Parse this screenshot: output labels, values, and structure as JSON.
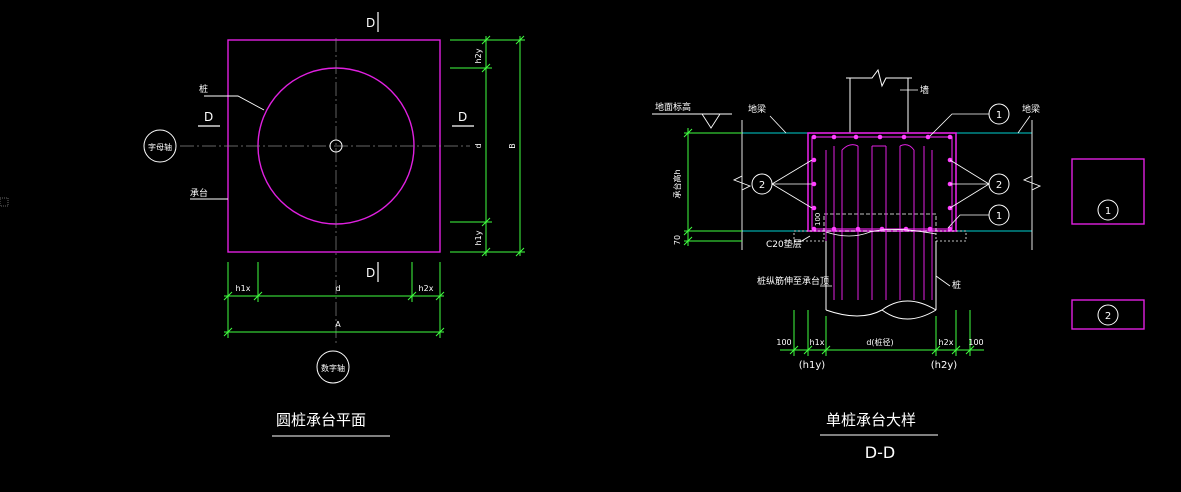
{
  "colors": {
    "background": "#000000",
    "outline": "#ffffff",
    "section": "#e020e0",
    "dimension": "#40ff40",
    "soil": "#00d0d0",
    "rebar_dot": "#ff40ff"
  },
  "plan": {
    "section_mark_top": "D",
    "section_mark_left": "D",
    "section_mark_right": "D",
    "section_mark_bottom": "D",
    "label_pile": "桩",
    "label_cap": "承台",
    "axis_left": "字母轴",
    "axis_bottom": "数字轴",
    "dim_right": [
      "h2y",
      "d",
      "h1y"
    ],
    "dim_right_total": "B",
    "dim_bottom": [
      "h1x",
      "d",
      "h2x"
    ],
    "dim_bottom_total": "A",
    "title": "圆桩承台平面"
  },
  "section": {
    "label_ground": "地面标高",
    "label_top_left": "地梁",
    "label_top_right": "地梁",
    "label_column": "墙",
    "label_height": "承台高h",
    "label_70": "70",
    "label_100_mark": "100",
    "label_c20": "C20垫层",
    "label_embed": "桩纵筋伸至承台顶",
    "label_pile": "桩",
    "callout_1": "1",
    "callout_2": "2",
    "dim_bottom_left": "100",
    "dim_bottom_h1x": "h1x",
    "dim_bottom_d": "d(桩径)",
    "dim_bottom_h2x": "h2x",
    "dim_bottom_right": "100",
    "sub_left": "(h1y)",
    "sub_right": "(h2y)",
    "title": "单桩承台大样",
    "subtitle": "D-D"
  },
  "legend": {
    "item1": "1",
    "item2": "2"
  }
}
